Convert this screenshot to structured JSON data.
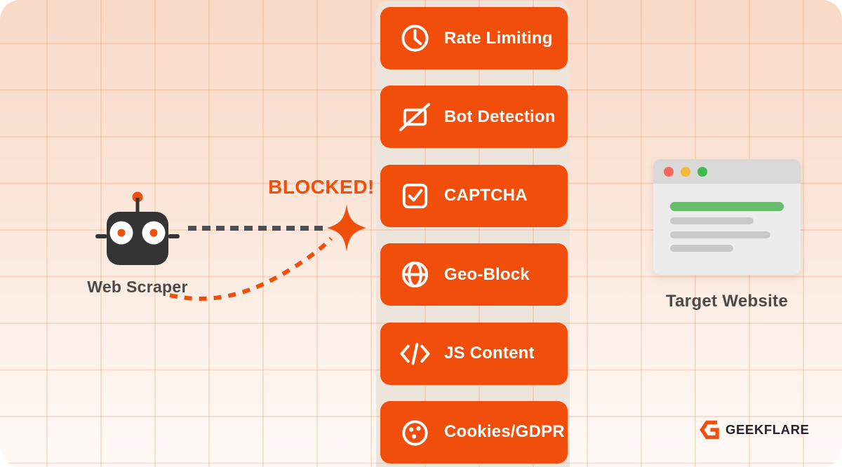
{
  "scraper": {
    "label": "Web Scraper"
  },
  "blocked": {
    "label": "BLOCKED!"
  },
  "barriers": [
    {
      "icon": "clock-icon",
      "label": "Rate Limiting"
    },
    {
      "icon": "no-bot-icon",
      "label": "Bot Detection"
    },
    {
      "icon": "checkbox-check-icon",
      "label": "CAPTCHA"
    },
    {
      "icon": "globe-icon",
      "label": "Geo-Block"
    },
    {
      "icon": "code-brackets-icon",
      "label": "JS Content"
    },
    {
      "icon": "cookie-icon",
      "label": "Cookies/GDPR"
    }
  ],
  "target": {
    "label": "Target Website"
  },
  "brand": {
    "name": "GEEKFLARE"
  },
  "colors": {
    "accent": "#F14E0C",
    "background_top": "#F9D9C8",
    "background_bottom": "#FFFAF7",
    "barrier_lane": "#EDE4DC",
    "robot": "#343434",
    "dashed_line": "#4F4F4F",
    "label_text": "#4A4A4A",
    "browser_top_bar": "#D9D9D9",
    "browser_body": "#ECECEC",
    "traffic_dot_red": "#F4685E",
    "traffic_dot_yellow": "#F6B73C",
    "traffic_dot_green": "#3FBB4B",
    "content_green_bar": "#68BD6C",
    "content_gray_bar": "#C9C9C9",
    "brand_text": "#22252B"
  }
}
